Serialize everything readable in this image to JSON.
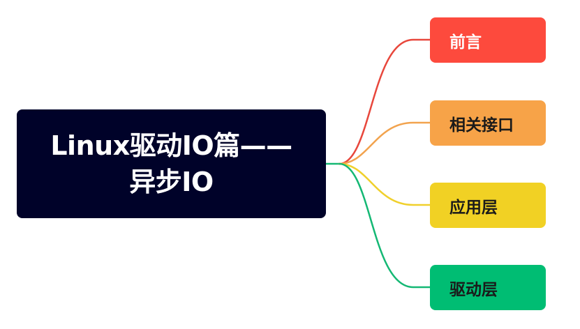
{
  "mindmap": {
    "root": {
      "title_line1": "Linux驱动IO篇——",
      "title_line2": "异步IO",
      "background": "#000229",
      "text_color": "#ffffff"
    },
    "branches": [
      {
        "label": "前言",
        "color": "#fd4a3d",
        "line_color": "#e8473c",
        "text_color": "#ffffff"
      },
      {
        "label": "相关接口",
        "color": "#f7a348",
        "line_color": "#f2a34e",
        "text_color": "#1a1a1a"
      },
      {
        "label": "应用层",
        "color": "#f1d124",
        "line_color": "#f0d02c",
        "text_color": "#1a1a1a"
      },
      {
        "label": "驱动层",
        "color": "#00bd73",
        "line_color": "#14b874",
        "text_color": "#1a1a1a"
      }
    ]
  }
}
